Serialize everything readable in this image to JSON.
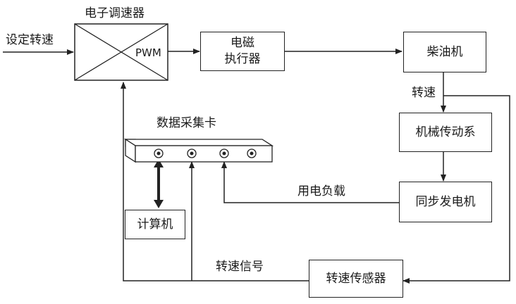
{
  "input_label": "设定转速",
  "governor": {
    "title": "电子调速器",
    "pwm": "PWM"
  },
  "actuator": {
    "line1": "电磁",
    "line2": "执行器"
  },
  "diesel": "柴油机",
  "speed_label": "转速",
  "transmission": "机械传动系",
  "generator": "同步发电机",
  "load_label": "用电负载",
  "daq_label": "数据采集卡",
  "computer": "计算机",
  "speed_signal_label": "转速信号",
  "speed_sensor": "转速传感器"
}
